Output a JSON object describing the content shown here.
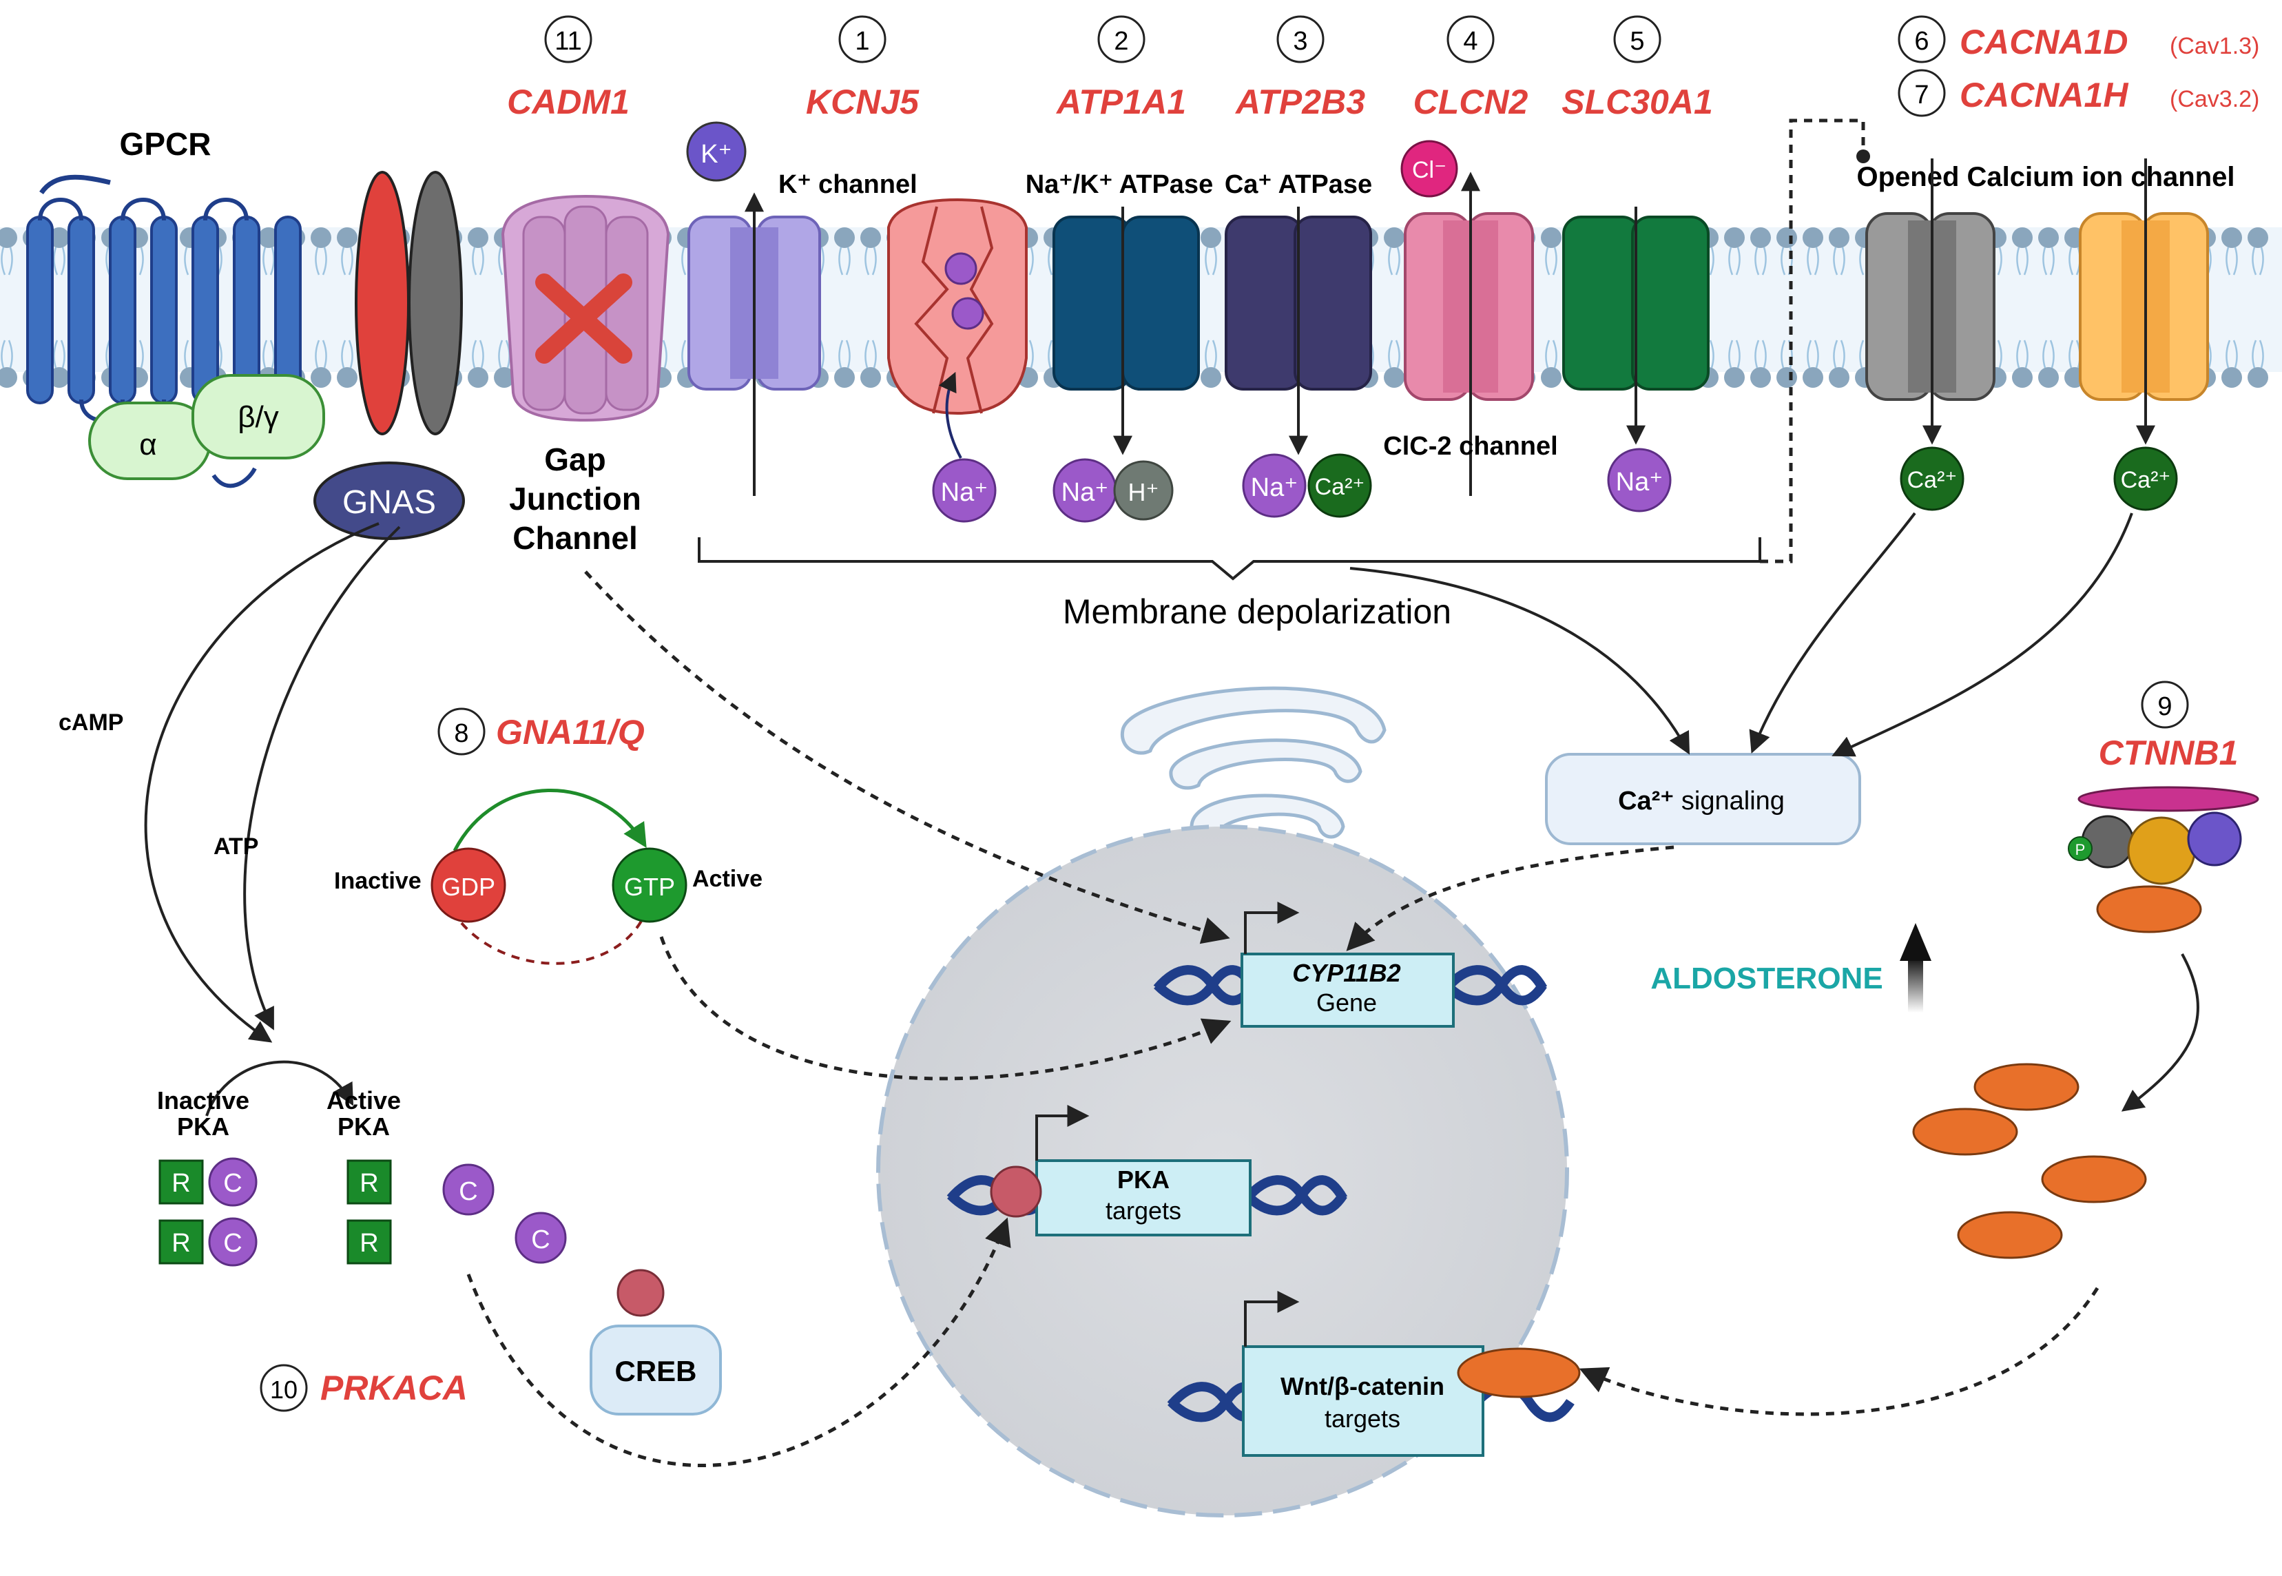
{
  "numbers": {
    "n1": "1",
    "n2": "2",
    "n3": "3",
    "n4": "4",
    "n5": "5",
    "n6": "6",
    "n7": "7",
    "n8": "8",
    "n9": "9",
    "n10": "10",
    "n11": "11"
  },
  "genes": {
    "cadm1": "CADM1",
    "kcnj5": "KCNJ5",
    "atp1a1": "ATP1A1",
    "atp2b3": "ATP2B3",
    "clcn2": "CLCN2",
    "slc30a1": "SLC30A1",
    "cacna1d": "CACNA1D",
    "cacna1d_sub": "(Cav1.3)",
    "cacna1h": "CACNA1H",
    "cacna1h_sub": "(Cav3.2)",
    "gna11q": "GNA11/Q",
    "ctnnb1": "CTNNB1",
    "prkaca": "PRKACA"
  },
  "membrane": {
    "gpcr": "GPCR",
    "alpha": "α",
    "beta_gamma": "β/γ",
    "gnas": "GNAS",
    "gap_junction_1": "Gap",
    "gap_junction_2": "Junction",
    "gap_junction_3": "Channel",
    "k_channel": "K⁺ channel",
    "na_k_atpase": "Na⁺/K⁺ ATPase",
    "ca_atpase": "Ca⁺ ATPase",
    "clc2_channel": "ClC-2 channel",
    "opened_calcium": "Opened Calcium ion channel",
    "membrane_depolarization": "Membrane depolarization"
  },
  "ions": {
    "k": "K⁺",
    "na": "Na⁺",
    "h": "H⁺",
    "ca": "Ca²⁺",
    "cl": "Cl⁻"
  },
  "signaling": {
    "camp": "cAMP",
    "atp": "ATP",
    "inactive_pka_1": "Inactive",
    "inactive_pka_2": "PKA",
    "active_pka_1": "Active",
    "active_pka_2": "PKA",
    "r": "R",
    "c": "C",
    "creb": "CREB",
    "inactive": "Inactive",
    "active": "Active",
    "gdp": "GDP",
    "gtp": "GTP",
    "ca_signaling_bold": "Ca²⁺",
    "ca_signaling_rest": " signaling",
    "aldosterone": "ALDOSTERONE",
    "p": "P"
  },
  "nucleus": {
    "cyp11b2_1": "CYP11B2",
    "cyp11b2_2": "Gene",
    "pka_targets_1": "PKA",
    "pka_targets_2": "targets",
    "wnt_1": "Wnt/β-catenin",
    "wnt_2": "targets"
  },
  "colors": {
    "gene_red": "#e0413c",
    "green_circle": "#1a6b1e",
    "purple_ion": "#9b59c9",
    "aldosterone_teal": "#1aa6a6"
  }
}
